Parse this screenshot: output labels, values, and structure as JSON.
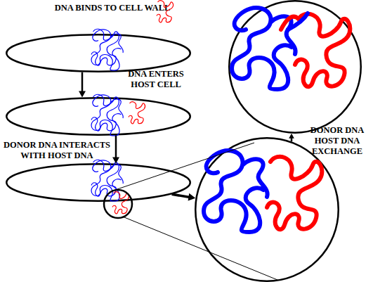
{
  "diagram": {
    "nodes": [
      {
        "text": [
          "DNA BINDS TO CELL WALL"
        ]
      },
      {
        "text": []
      },
      {
        "text": []
      },
      {
        "text": []
      },
      {
        "text": []
      }
    ],
    "edges": [
      {
        "from": 0,
        "to": 1,
        "label": "DNA ENTERS HOST CELL",
        "arrow": "to"
      },
      {
        "from": 1,
        "to": 2,
        "label": "DONOR DNA INTERACTS WITH HOST DNA",
        "arrow": "to"
      },
      {
        "from": 2,
        "to": 3,
        "arrow": "to"
      },
      {
        "from": 3,
        "to": 4,
        "label": "DONOR DNA HOST DNA EXCHANGE",
        "arrow": "to"
      }
    ]
  }
}
